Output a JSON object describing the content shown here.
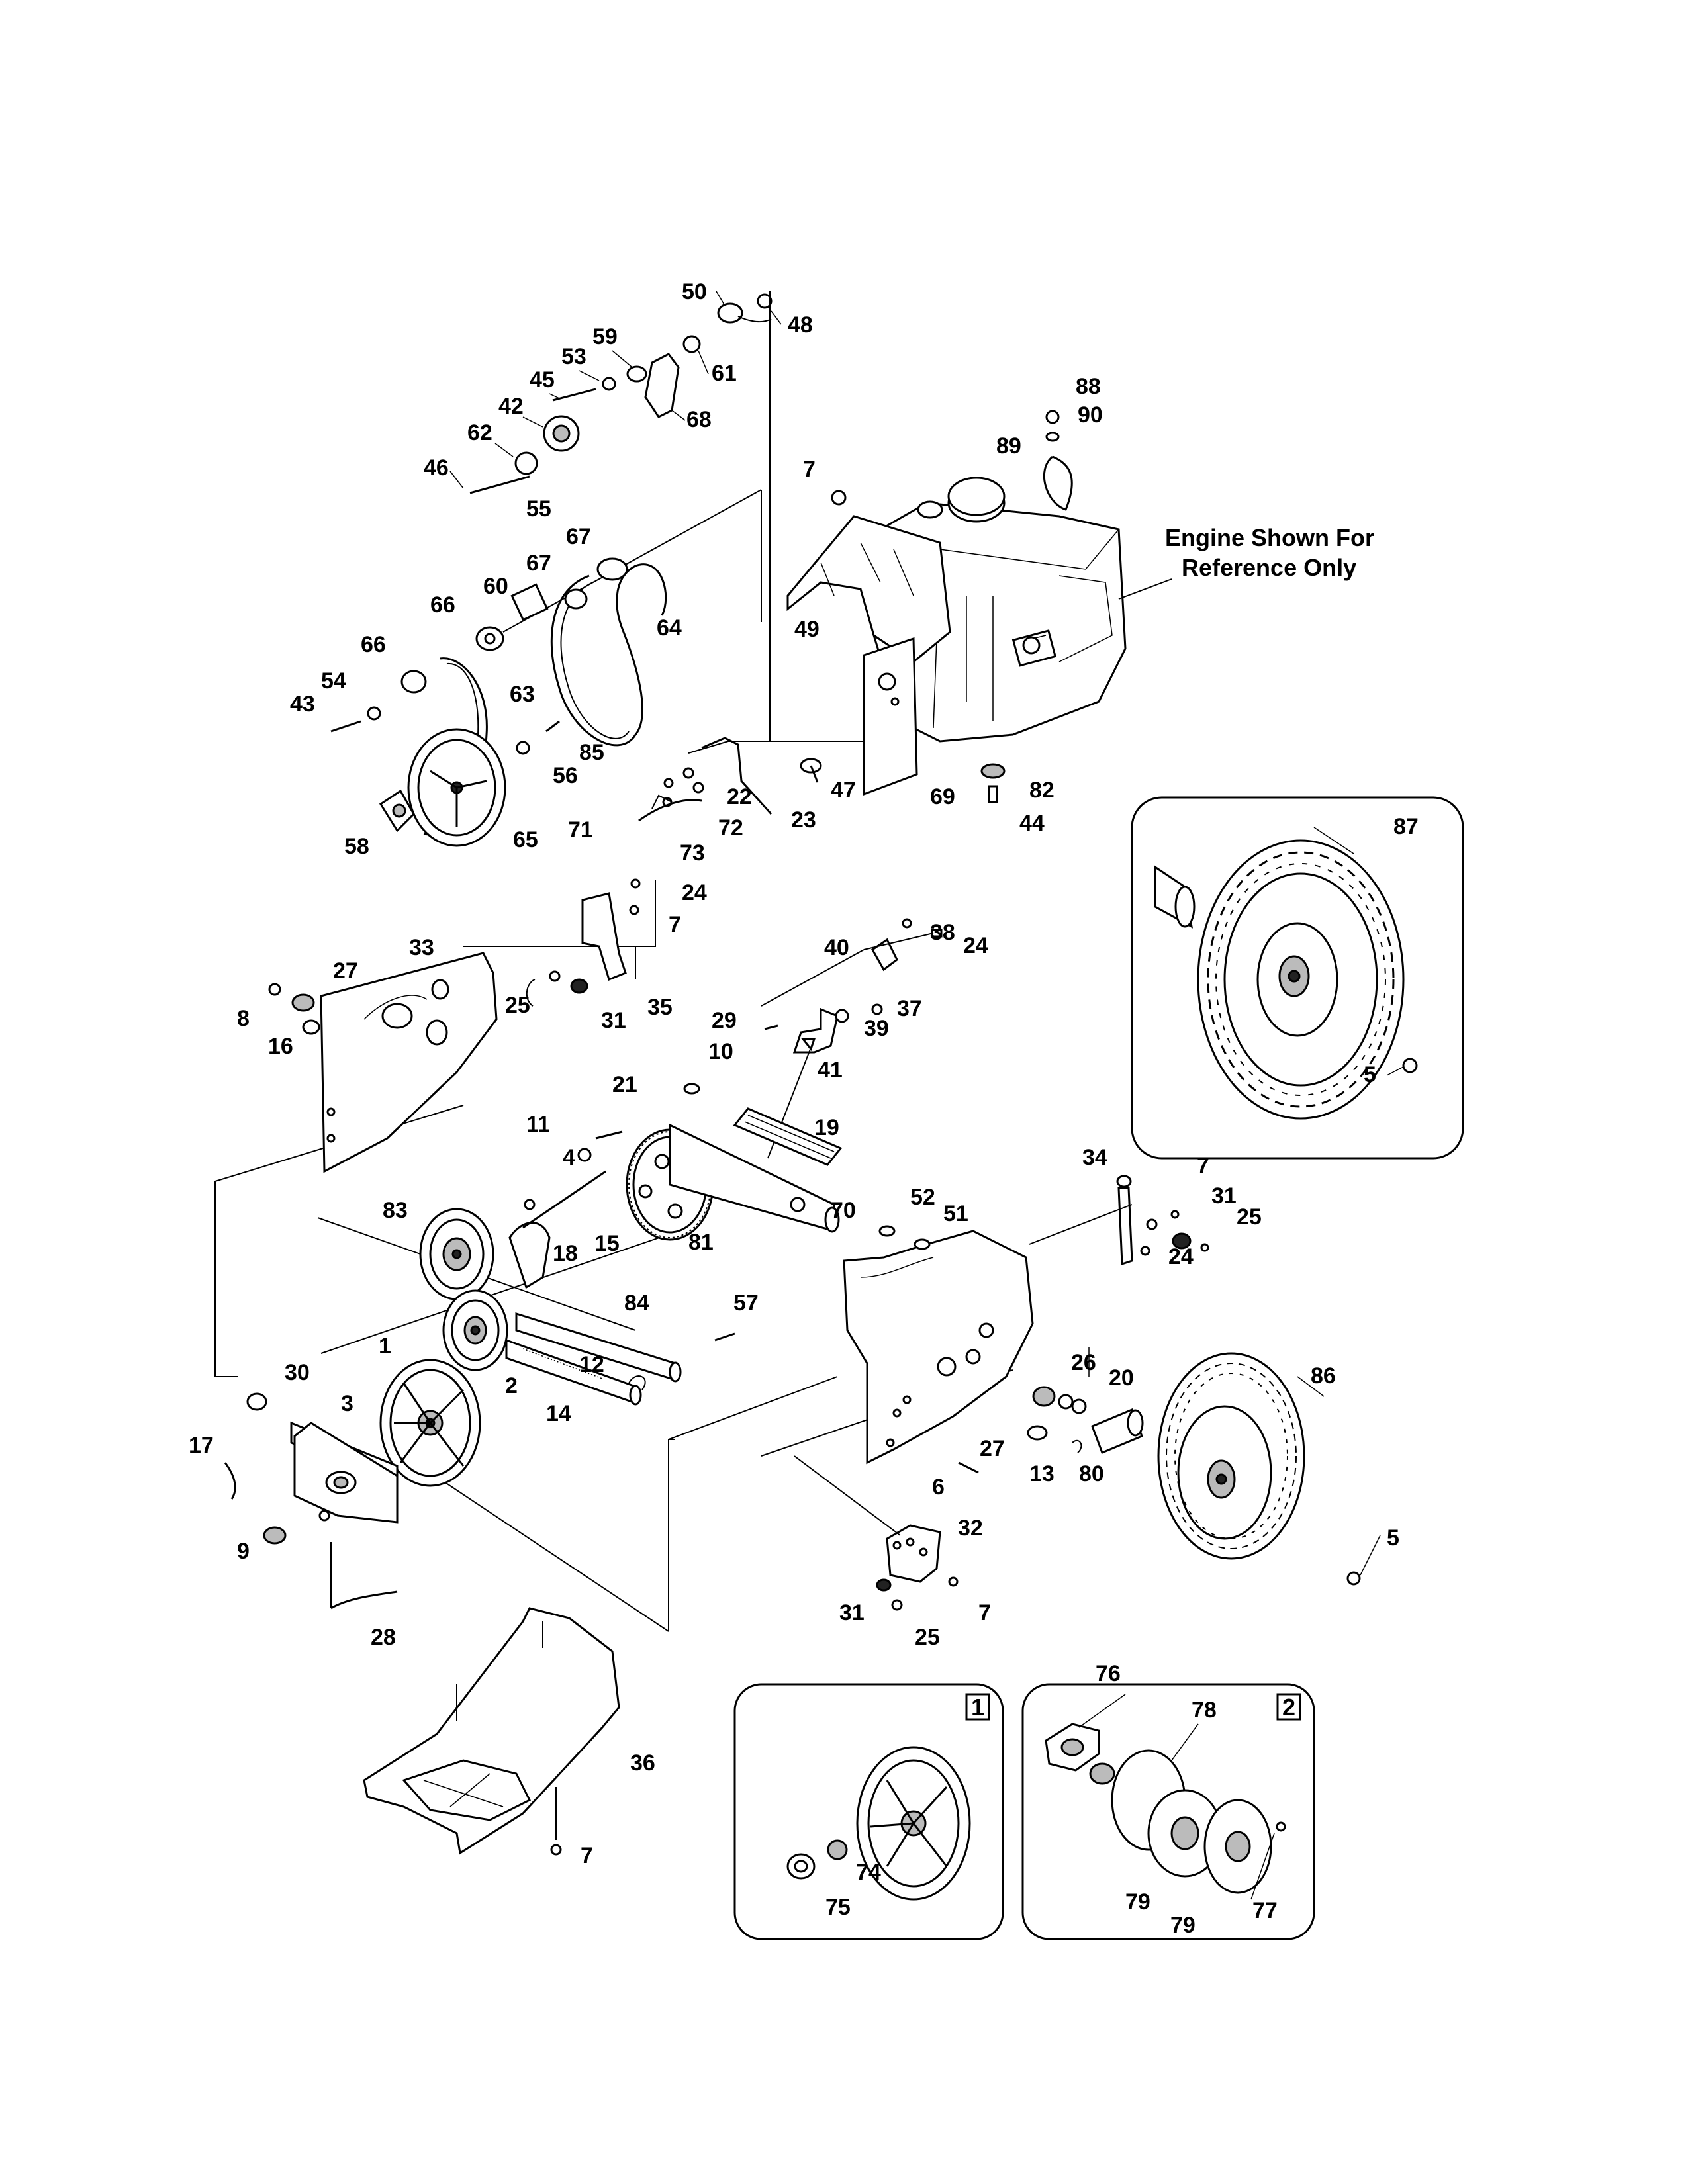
{
  "note": {
    "line1": "Engine Shown For",
    "line2": "Reference Only"
  },
  "inset_labels": {
    "box1": "1",
    "box2": "2"
  },
  "callouts": {
    "c1": "50",
    "c2": "48",
    "c3": "59",
    "c4": "53",
    "c5": "61",
    "c6": "45",
    "c7": "42",
    "c8": "68",
    "c9": "62",
    "c10": "46",
    "c11": "55",
    "c12": "88",
    "c13": "90",
    "c14": "89",
    "c15": "7",
    "c16": "67",
    "c17": "67",
    "c18": "60",
    "c19": "66",
    "c20": "64",
    "c21": "66",
    "c22": "49",
    "c23": "54",
    "c24": "63",
    "c25": "43",
    "c26": "85",
    "c27": "56",
    "c28": "22",
    "c29": "47",
    "c30": "69",
    "c31": "82",
    "c32": "23",
    "c33": "71",
    "c34": "72",
    "c35": "44",
    "c36": "58",
    "c37": "65",
    "c38": "73",
    "c39": "87",
    "c40": "24",
    "c41": "7",
    "c42": "33",
    "c43": "27",
    "c44": "40",
    "c45": "38",
    "c46": "24",
    "c47": "8",
    "c48": "25",
    "c49": "31",
    "c50": "35",
    "c51": "29",
    "c52": "37",
    "c53": "16",
    "c54": "39",
    "c55": "5",
    "c56": "21",
    "c57": "10",
    "c58": "41",
    "c59": "11",
    "c60": "19",
    "c61": "4",
    "c62": "34",
    "c63": "7",
    "c64": "83",
    "c65": "31",
    "c66": "15",
    "c67": "81",
    "c68": "52",
    "c69": "51",
    "c70": "70",
    "c71": "25",
    "c72": "18",
    "c73": "24",
    "c74": "84",
    "c75": "57",
    "c76": "86",
    "c77": "1",
    "c78": "30",
    "c79": "3",
    "c80": "2",
    "c81": "12",
    "c82": "26",
    "c83": "20",
    "c84": "14",
    "c85": "17",
    "c86": "27",
    "c87": "13",
    "c88": "80",
    "c89": "9",
    "c90": "6",
    "c91": "5",
    "c92": "32",
    "c93": "28",
    "c94": "31",
    "c95": "7",
    "c96": "25",
    "c97": "36",
    "c98": "76",
    "c99": "78",
    "c100": "74",
    "c101": "75",
    "c102": "79",
    "c103": "77",
    "c104": "79",
    "c105": "7"
  }
}
